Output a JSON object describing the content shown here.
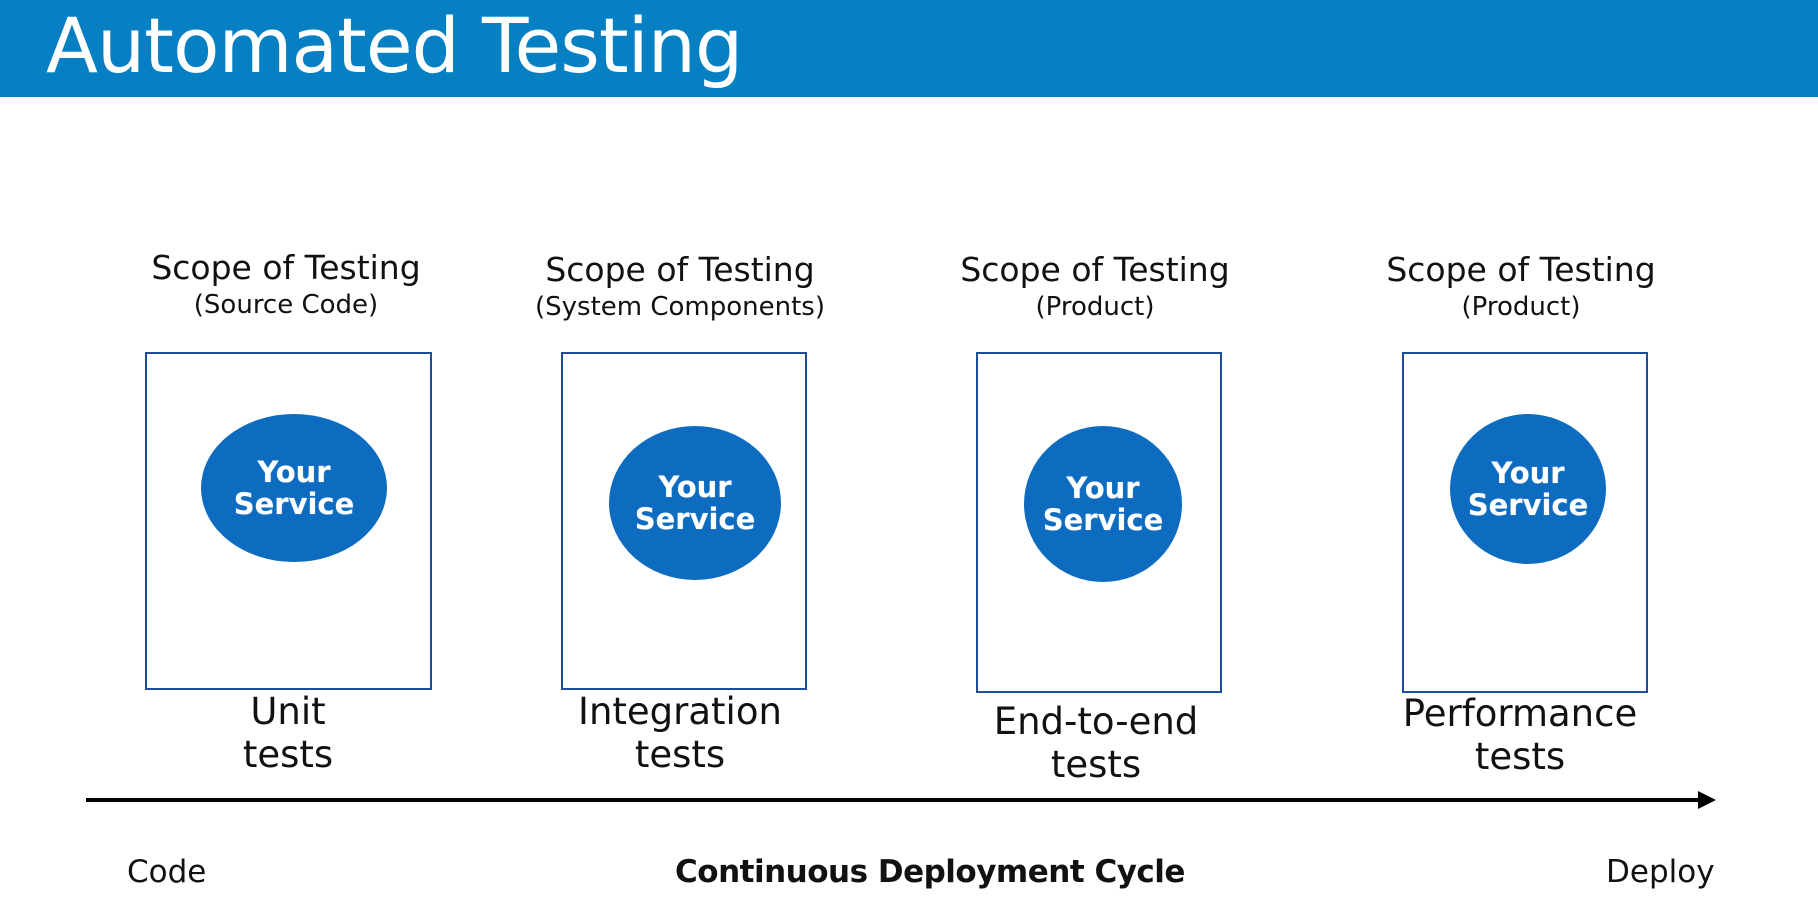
{
  "header": {
    "title": "Automated Testing",
    "background_color": "#0680c2"
  },
  "stages": [
    {
      "scope_title": "Scope of Testing",
      "scope_detail": "(Source Code)",
      "node_label": "Your Service",
      "test_label": "Unit\ntests"
    },
    {
      "scope_title": "Scope of Testing",
      "scope_detail": "(System Components)",
      "node_label": "Your Service",
      "test_label": "Integration\ntests"
    },
    {
      "scope_title": "Scope of Testing",
      "scope_detail": "(Product)",
      "node_label": "Your Service",
      "test_label": "End-to-end\ntests"
    },
    {
      "scope_title": "Scope of Testing",
      "scope_detail": "(Product)",
      "node_label": "Your Service",
      "test_label": "Performance\ntests"
    }
  ],
  "cycle_axis": {
    "start_label": "Code",
    "title": "Continuous Deployment Cycle",
    "end_label": "Deploy"
  },
  "colors": {
    "node_fill": "#0d6cc0",
    "box_border": "#1e4f96",
    "axis": "#000000"
  }
}
